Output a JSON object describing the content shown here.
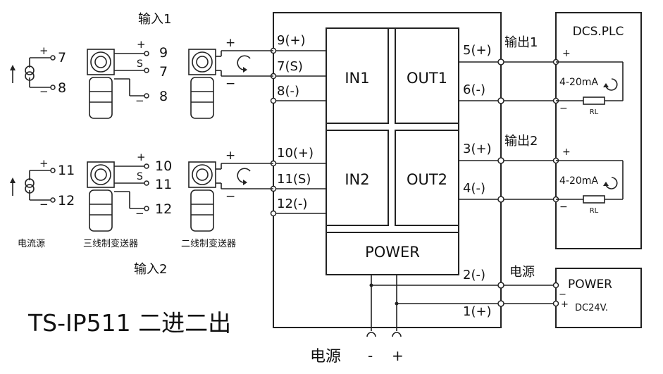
{
  "model": {
    "title": "TS-IP511 二进二出"
  },
  "inputs": {
    "input1_label": "输入1",
    "input2_label": "输入2",
    "plus": "+",
    "minus": "−",
    "s": "S",
    "source_labels": [
      "电流源",
      "三线制变送器",
      "二线制变送器"
    ],
    "ch1": {
      "source_p": "7",
      "source_n": "8",
      "tri_p": "9",
      "tri_s": "7",
      "tri_n": "8"
    },
    "ch2": {
      "source_p": "11",
      "source_n": "12",
      "tri_p": "10",
      "tri_s": "11",
      "tri_n": "12"
    }
  },
  "terminals": {
    "in_left": [
      "9(+)",
      "7(S)",
      "8(-)",
      "10(+)",
      "11(S)",
      "12(-)"
    ],
    "out_right": [
      "5(+)",
      "6(-)",
      "3(+)",
      "4(-)"
    ],
    "power_right": [
      "2(-)",
      "1(+)"
    ]
  },
  "modules": {
    "in1": "IN1",
    "in2": "IN2",
    "out1": "OUT1",
    "out2": "OUT2",
    "power": "POWER"
  },
  "outputs": {
    "out1_label": "输出1",
    "out2_label": "输出2",
    "dcs": "DCS.PLC",
    "range": "4-20mA",
    "resistor": "RL"
  },
  "power": {
    "label": "电源",
    "box_title": "POWER",
    "voltage": "DC24V.",
    "bottom_label": "电源",
    "bottom_minus": "-",
    "bottom_plus": "+"
  }
}
